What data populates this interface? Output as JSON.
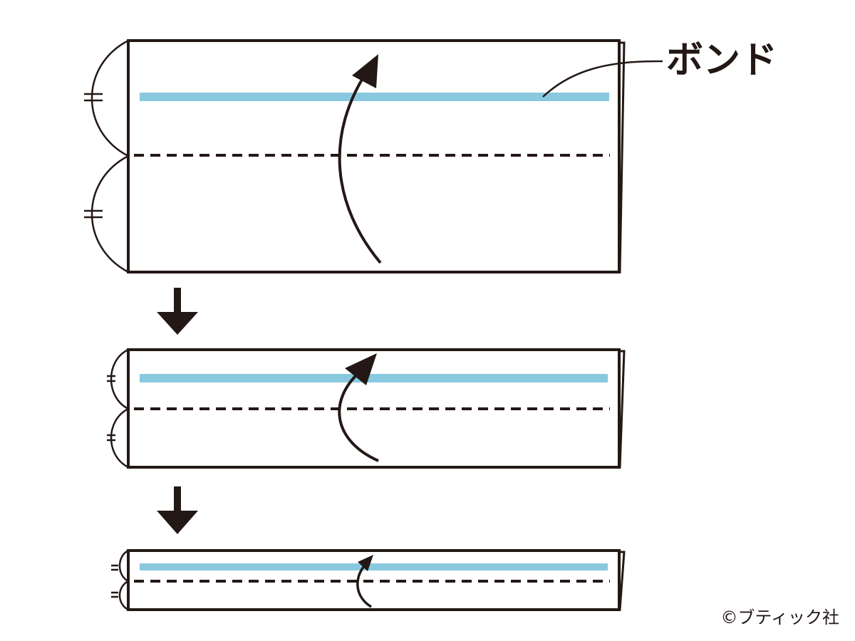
{
  "annotation": {
    "bond_label": "ボンド"
  },
  "credit": {
    "text": "©ブティック社"
  },
  "colors": {
    "ink": "#231815",
    "glue_line": "#89c9e0",
    "background": "#ffffff"
  },
  "steps": [
    {
      "step": 1,
      "line_types": [
        "outline",
        "glue-line",
        "fold-line-dashed",
        "fold-arrow",
        "equal-marks"
      ]
    },
    {
      "step": 2,
      "line_types": [
        "outline",
        "glue-line",
        "fold-line-dashed",
        "fold-arrow",
        "equal-marks"
      ]
    },
    {
      "step": 3,
      "line_types": [
        "outline",
        "glue-line",
        "fold-line-dashed",
        "fold-arrow",
        "equal-marks"
      ]
    }
  ]
}
